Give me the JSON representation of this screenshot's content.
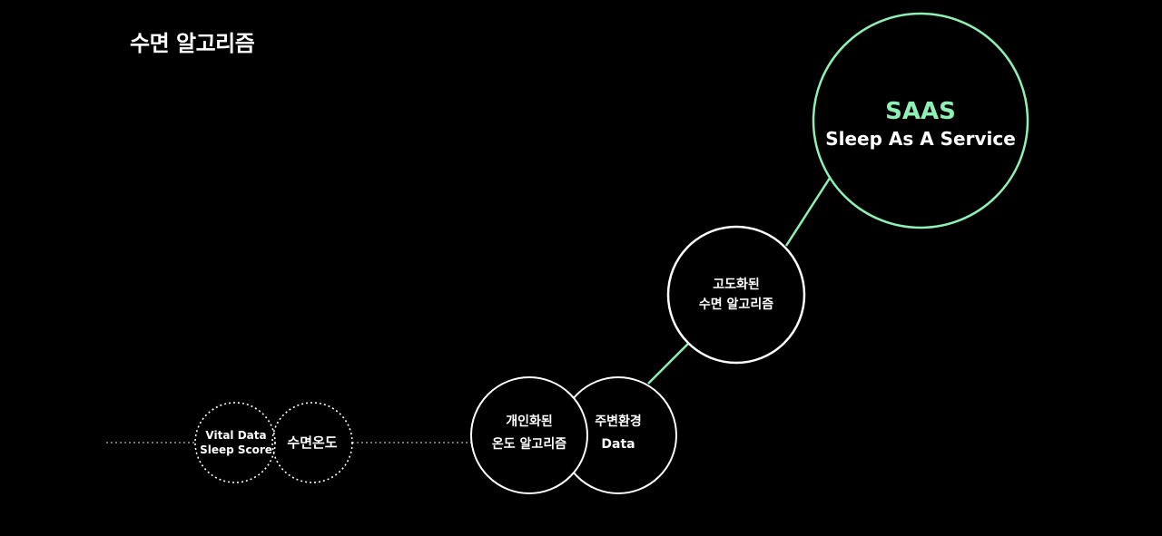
{
  "title": "수면 알고리즘",
  "colors": {
    "background": "#000000",
    "accent": "#8ff0b4",
    "foreground": "#ffffff",
    "dotted": "#9a9a9a"
  },
  "nodes": {
    "vital": {
      "line1": "Vital Data",
      "line2": "Sleep Score"
    },
    "sleep_temperature": {
      "line1": "수면온도"
    },
    "personalized": {
      "line1": "개인화된",
      "line2": "온도 알고리즘"
    },
    "environment": {
      "line1": "주변환경",
      "line2": "Data"
    },
    "advanced": {
      "line1": "고도화된",
      "line2": "수면 알고리즘"
    },
    "saas": {
      "title": "SAAS",
      "subtitle": "Sleep As A Service"
    }
  }
}
